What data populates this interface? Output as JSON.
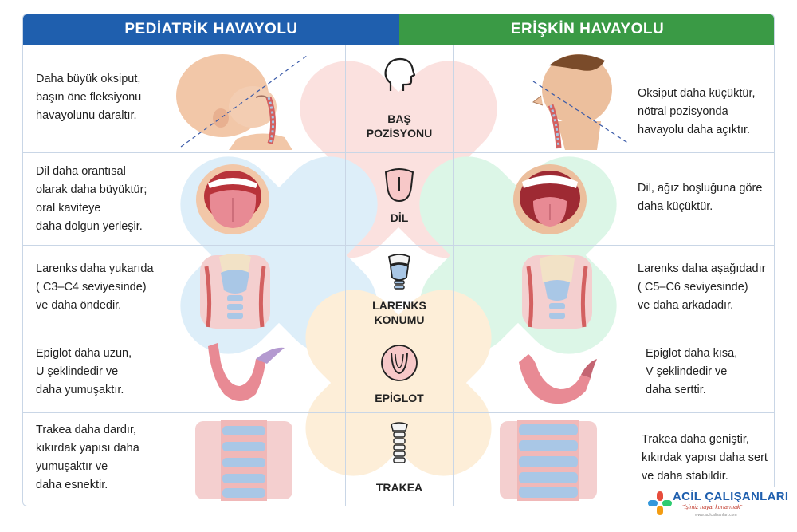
{
  "headers": {
    "left": "PEDİATRİK HAVAYOLU",
    "right": "ERİŞKİN HAVAYOLU"
  },
  "rows": [
    {
      "label": [
        "BAŞ",
        "POZİSYONU"
      ],
      "icon": "head-profile-icon",
      "left": [
        "Daha büyük oksiput,",
        "başın öne fleksiyonu",
        "havayolunu daraltır."
      ],
      "right": [
        "Oksiput daha küçüktür,",
        "nötral pozisyonda",
        "havayolu daha açıktır."
      ]
    },
    {
      "label": [
        "DİL"
      ],
      "icon": "tongue-icon",
      "left": [
        "Dil daha orantısal",
        "olarak daha büyüktür;",
        "oral kaviteye",
        "daha dolgun yerleşir."
      ],
      "right": [
        "Dil, ağız boşluğuna göre",
        "daha küçüktür."
      ]
    },
    {
      "label": [
        "LARENKS",
        "KONUMU"
      ],
      "icon": "larynx-icon",
      "left": [
        "Larenks daha yukarıda",
        "( C3–C4 seviyesinde)",
        "ve daha öndedir."
      ],
      "right": [
        "Larenks daha aşağıdadır",
        " ( C5–C6 seviyesinde)",
        " ve daha arkadadır."
      ]
    },
    {
      "label": [
        "EPİGLOT"
      ],
      "icon": "epiglottis-icon",
      "left": [
        "Epiglot daha uzun,",
        "U şeklindedir ve",
        "daha yumuşaktır."
      ],
      "right": [
        "Epiglot daha kısa,",
        "V şeklindedir ve",
        "daha serttir."
      ]
    },
    {
      "label": [
        "TRAKEA"
      ],
      "icon": "trachea-icon",
      "left": [
        "Trakea daha dardır,",
        "kıkırdak yapısı daha",
        "yumuşaktır ve",
        "daha esnektir."
      ],
      "right": [
        " Trakea daha geniştir,",
        "kıkırdak yapısı daha sert",
        "ve daha stabildir."
      ]
    }
  ],
  "logo": {
    "name": "ACİL ÇALIŞANLARI",
    "slogan": "\"İşimiz hayat kurtarmak\"",
    "url": "www.acilcalisanlari.com"
  },
  "colors": {
    "pediatric": "#1f5fae",
    "adult": "#3a9a45",
    "grid": "#c9d6e6",
    "skin": "#f2c7a8",
    "tissue": "#e8a0a0",
    "cartilage": "#a9c7e6"
  }
}
